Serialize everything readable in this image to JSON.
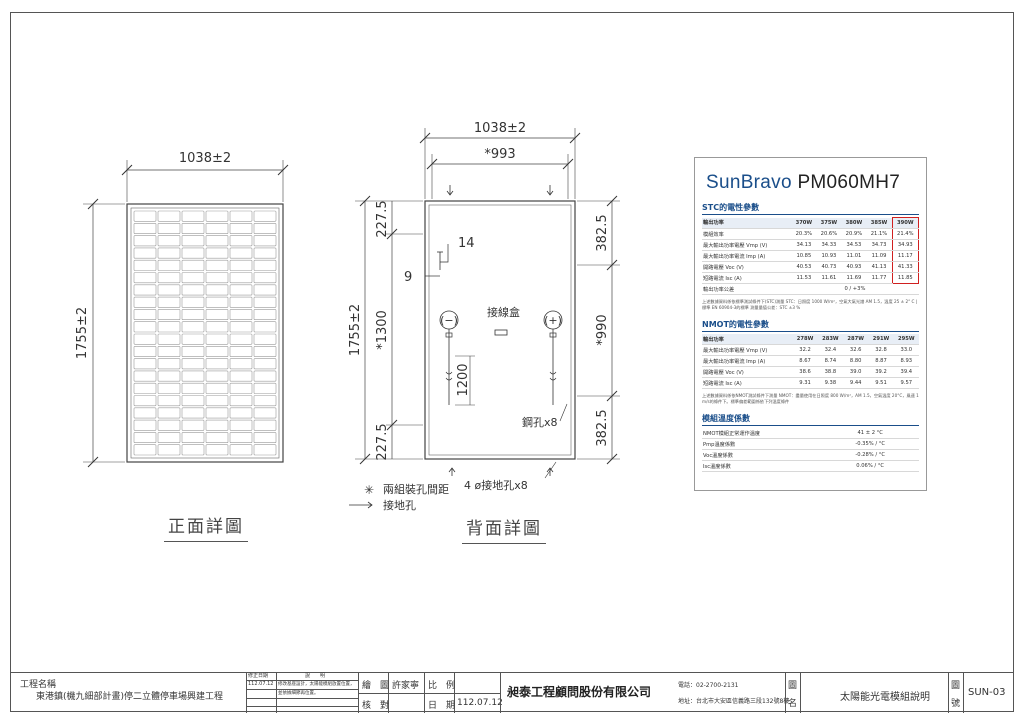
{
  "drawing": {
    "front": {
      "width_dim": "1038±2",
      "height_dim": "1755±2",
      "caption": "正面詳圖"
    },
    "back": {
      "width_dim": "1038±2",
      "inner_width_dim": "*993",
      "height_dim": "1755±2",
      "inner_height_dim": "*1300",
      "top_gap": "227.5",
      "bottom_gap": "227.5",
      "right_top": "382.5",
      "right_mid": "*990",
      "right_bottom": "382.5",
      "dim_14": "14",
      "dim_9": "9",
      "cable_len": "1200",
      "neg": "(−)",
      "pos": "(+)",
      "junction_box": "接線盒",
      "drain_holes": "鋼孔x8",
      "ground_holes": "4 ø接地孔x8",
      "legend_mount": "兩組裝孔間距",
      "legend_ground": "接地孔",
      "caption": "背面詳圖"
    }
  },
  "spec": {
    "brand": "SunBravo",
    "model": "PM060MH7",
    "stc_title": "STC的電性參數",
    "stc_header": [
      "輸出功率",
      "370W",
      "375W",
      "380W",
      "385W",
      "390W"
    ],
    "stc_rows": [
      [
        "模組效率",
        "20.3%",
        "20.6%",
        "20.9%",
        "21.1%",
        "21.4%"
      ],
      [
        "最大輸出功率電壓 Vmp (V)",
        "34.13",
        "34.33",
        "34.53",
        "34.73",
        "34.93"
      ],
      [
        "最大輸出功率電流 Imp (A)",
        "10.85",
        "10.93",
        "11.01",
        "11.09",
        "11.17"
      ],
      [
        "開路電壓 Voc (V)",
        "40.53",
        "40.73",
        "40.93",
        "41.13",
        "41.33"
      ],
      [
        "短路電流 Isc (A)",
        "11.53",
        "11.61",
        "11.69",
        "11.77",
        "11.85"
      ]
    ],
    "stc_tolerance_label": "輸出功率公差",
    "stc_tolerance": "0 / +3%",
    "stc_note": "上述數據資料係依標準測試條件下(STC)測量 STC：日照度 1000 W/m²，空氣大氣光譜 AM 1.5，溫度 25 ± 2° C | 標準 EN 60904-3的標準 測量量值公差：STC ±3 %",
    "nmot_title": "NMOT的電性參數",
    "nmot_header": [
      "輸出功率",
      "278W",
      "283W",
      "287W",
      "291W",
      "295W"
    ],
    "nmot_rows": [
      [
        "最大輸出功率電壓 Vmp (V)",
        "32.2",
        "32.4",
        "32.6",
        "32.8",
        "33.0"
      ],
      [
        "最大輸出功率電流 Imp (A)",
        "8.67",
        "8.74",
        "8.80",
        "8.87",
        "8.93"
      ],
      [
        "開路電壓 Voc (V)",
        "38.6",
        "38.8",
        "39.0",
        "39.2",
        "39.4"
      ],
      [
        "短路電流 Isc (A)",
        "9.31",
        "9.38",
        "9.44",
        "9.51",
        "9.57"
      ]
    ],
    "nmot_note": "上述數據資料係依NMOT測試條件下測量 NMOT：盡量使用在日照度 800 W/m²，AM 1.5，空氣溫度 20°C，風速 1 m/s的條件下。標準偏差範圍係依下列溫度條件",
    "temp_title": "模組溫度係數",
    "temp_rows": [
      [
        "NMOT模組正常運作溫度",
        "41 ± 2 °C"
      ],
      [
        "Pmp溫度係數",
        "-0.35% / °C"
      ],
      [
        "Voc溫度係數",
        "-0.28% / °C"
      ],
      [
        "Isc溫度係數",
        "0.06% / °C"
      ]
    ]
  },
  "title_block": {
    "project_label": "工程名稱",
    "project_name": "東港鎮(機九細部計畫)停二立體停車場興建工程",
    "revision_label": "修正日期",
    "explain_label": "說　　明",
    "rev_date": "112.07.12",
    "rev_note_1": "修改基座設計，太陽能模組放置位置，",
    "rev_note_2": "並依據細節再位置。",
    "draw_label": "繪　圖",
    "drawer": "許家寧",
    "check_label": "核　對",
    "scale_label": "比　例",
    "date_label": "日　期",
    "date": "112.07.12",
    "company": "昶泰工程顧問股份有限公司",
    "phone": "電話：02-2700-2131",
    "address": "地址：台北市大安區信義路三段132號8樓",
    "name_label_1": "圖",
    "name_label_2": "名",
    "drawing_name": "太陽能光電模組說明",
    "no_label_1": "圖",
    "no_label_2": "號",
    "drawing_no": "SUN-03"
  }
}
